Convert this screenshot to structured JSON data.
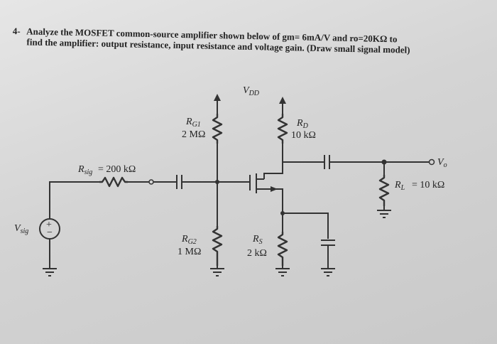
{
  "problem": {
    "number": "4-",
    "line1": "Analyze the MOSFET common-source amplifier shown below of gm= 6mA/V and ro=20KΩ to",
    "line2": "find the amplifier: output resistance, input resistance and voltage gain. (Draw small signal model)"
  },
  "circuit": {
    "vdd_label": "V",
    "vdd_sub": "DD",
    "rg1_name": "R",
    "rg1_sub": "G1",
    "rg1_value": "2 MΩ",
    "rd_name": "R",
    "rd_sub": "D",
    "rd_value": "10 kΩ",
    "rsig_name": "R",
    "rsig_sub": "sig",
    "rsig_value": "= 200 kΩ",
    "vsig_label": "V",
    "vsig_sub": "sig",
    "rg2_name": "R",
    "rg2_sub": "G2",
    "rg2_value": "1 MΩ",
    "rs_name": "R",
    "rs_sub": "S",
    "rs_value": "2 kΩ",
    "rl_name": "R",
    "rl_sub": "L",
    "rl_value": "= 10 kΩ",
    "vo_label": "V",
    "vo_sub": "o",
    "source_plus": "+",
    "source_minus": "−"
  }
}
